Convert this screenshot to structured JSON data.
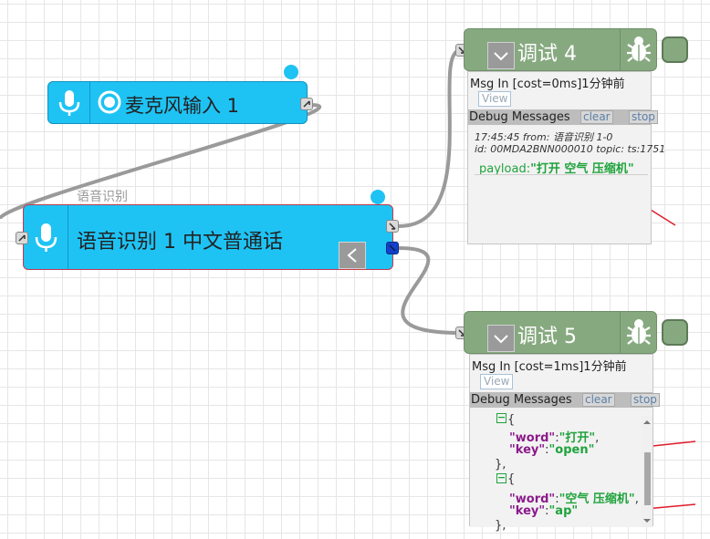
{
  "mic_node": {
    "label": "麦克风输入 1",
    "icons": [
      "microphone-icon",
      "status-ring-icon",
      "output-port-icon"
    ]
  },
  "asr_node": {
    "caption": "语音识别",
    "label": "语音识别 1 中文普通话",
    "icons": [
      "microphone-icon",
      "collapse-chevron-icon"
    ]
  },
  "debug4": {
    "title": "调试 4",
    "msg_in": "Msg In [cost=0ms]1分钟前",
    "view_label": "View",
    "bar_title": "Debug Messages",
    "clear_label": "clear",
    "stop_label": "stop",
    "meta_line1": "17:45:45 from: 语音识别 1-0",
    "meta_line2": "id: 00MDA2BNN000010 topic: ts:1751",
    "payload_key": "payload:",
    "payload_value": "\"打开 空气 压缩机\""
  },
  "debug5": {
    "title": "调试 5",
    "msg_in": "Msg In [cost=1ms]1分钟前",
    "view_label": "View",
    "bar_title": "Debug Messages",
    "clear_label": "clear",
    "stop_label": "stop",
    "json": {
      "fold_sym": "−",
      "open_brace": "{",
      "close_brace": "},",
      "comma": ",",
      "colon": ":",
      "word_key": "\"word\"",
      "key_key": "\"key\"",
      "word1": "\"打开\"",
      "key1": "\"open\"",
      "word2": "\"空气 压缩机\"",
      "key2": "\"ap\""
    }
  },
  "colors": {
    "node_blue": "#1ec3f4",
    "debug_green": "#87a980",
    "annotation_red": "#e11a2b",
    "json_key": "#8b1a8b",
    "json_value": "#1fa33c"
  }
}
